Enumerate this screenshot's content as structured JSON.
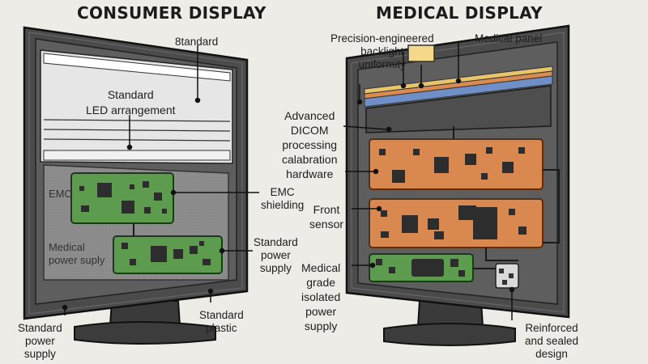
{
  "titles": {
    "left": "CONSUMER DISPLAY",
    "right": "MEDICAL DISPLAY"
  },
  "consumer": {
    "standard_top": "8tandard",
    "led": "Standard\nLED arrangement",
    "emc_inner": "EMC",
    "emc_shielding": "EMC\nshielding",
    "medical_power_inner": "Medical\npower suply",
    "standard_power_right": "Standard\npower\nsupply",
    "standard_plastic": "Standard\nplastic",
    "standard_power_bottom": "Standard\npower\nsupply"
  },
  "medical": {
    "precision": "Precision-engineered\nbacklight\nuniformity",
    "medical_panel": "Medical panel",
    "dicom": "Advanced\nDICOM\nprocessing\ncalabration\nhardware",
    "front_sensor": "Front\nsensor",
    "isolated_power": "Medical\ngrade\nisolated\npower\nsupply",
    "reinforced": "Reinforced\nand sealed\ndesign"
  },
  "colors": {
    "bezel": "#4a4a4a",
    "bezel_dark": "#2a2a2a",
    "screen_bg": "#5d5d5d",
    "led_panel": "#e4e4e4",
    "board_green": "#5d9c4f",
    "board_orange": "#d9884f",
    "shield_gray": "#8c8c8c",
    "strip_yellow": "#e8c46a",
    "strip_orange": "#d98b52",
    "strip_blue": "#6f8fc6"
  }
}
